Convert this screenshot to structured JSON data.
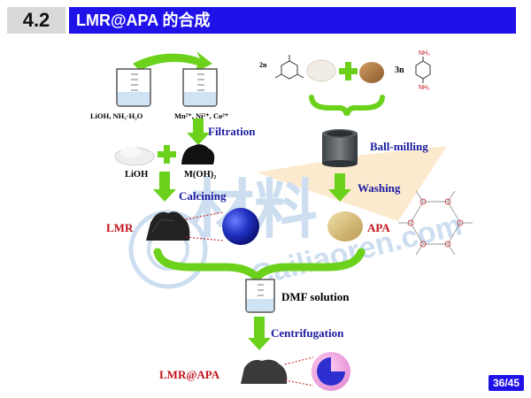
{
  "header": {
    "section_number": "4.2",
    "title": "LMR@APA 的合成"
  },
  "labels": {
    "precursor_left": "LiOH, NH₃·H₂O",
    "precursor_right": "Mn²⁺, Ni²⁺, Co²⁺",
    "filtration": "Filtration",
    "lioh": "LiOH",
    "moh2": "M(OH)₂",
    "calcining": "Calcining",
    "lmr": "LMR",
    "ball_milling": "Ball-milling",
    "washing": "Washing",
    "apa": "APA",
    "coef_2n": "2n",
    "coef_3n": "3n",
    "dmf_solution": "DMF solution",
    "centrifugation": "Centrifugation",
    "lmr_apa": "LMR@APA"
  },
  "watermark": {
    "text_large": "材料",
    "text_url": "Cailiaoren.com"
  },
  "page_indicator": "36/45",
  "colors": {
    "title_bar": "#1f12e8",
    "arrow_green": "#6bd11b",
    "label_blue": "#1a1aa0",
    "label_red": "#c0101a"
  }
}
